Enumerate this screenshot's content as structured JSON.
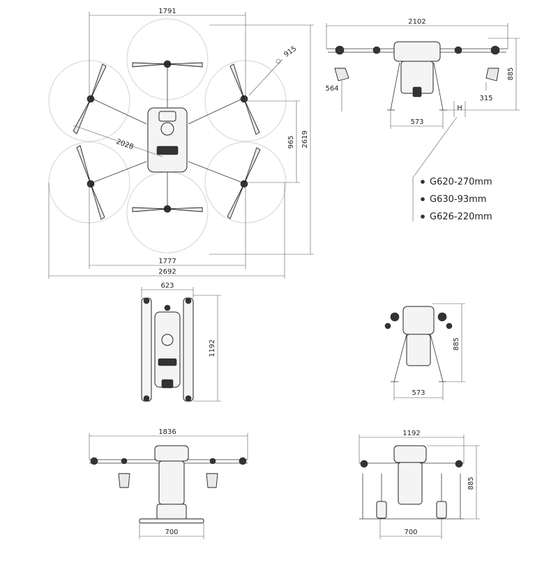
{
  "top_view": {
    "span_1791": "1791",
    "rotor_915": "915",
    "diag_2028": "2028",
    "h_965": "965",
    "h_2619": "2619",
    "w_1777": "1777",
    "w_2692": "2692"
  },
  "front_view": {
    "w_2102": "2102",
    "h_885": "885",
    "w_564": "564",
    "w_315": "315",
    "w_573": "573",
    "h_marker": "H"
  },
  "legend": {
    "items": [
      "G620-270mm",
      "G630-93mm",
      "G626-220mm"
    ]
  },
  "folded_top": {
    "w_623": "623",
    "h_1192": "1192"
  },
  "folded_front": {
    "h_885": "885",
    "w_573": "573"
  },
  "side_view_a": {
    "w_1836": "1836",
    "w_700": "700"
  },
  "side_view_b": {
    "w_1192": "1192",
    "w_700": "700",
    "h_885": "885"
  }
}
